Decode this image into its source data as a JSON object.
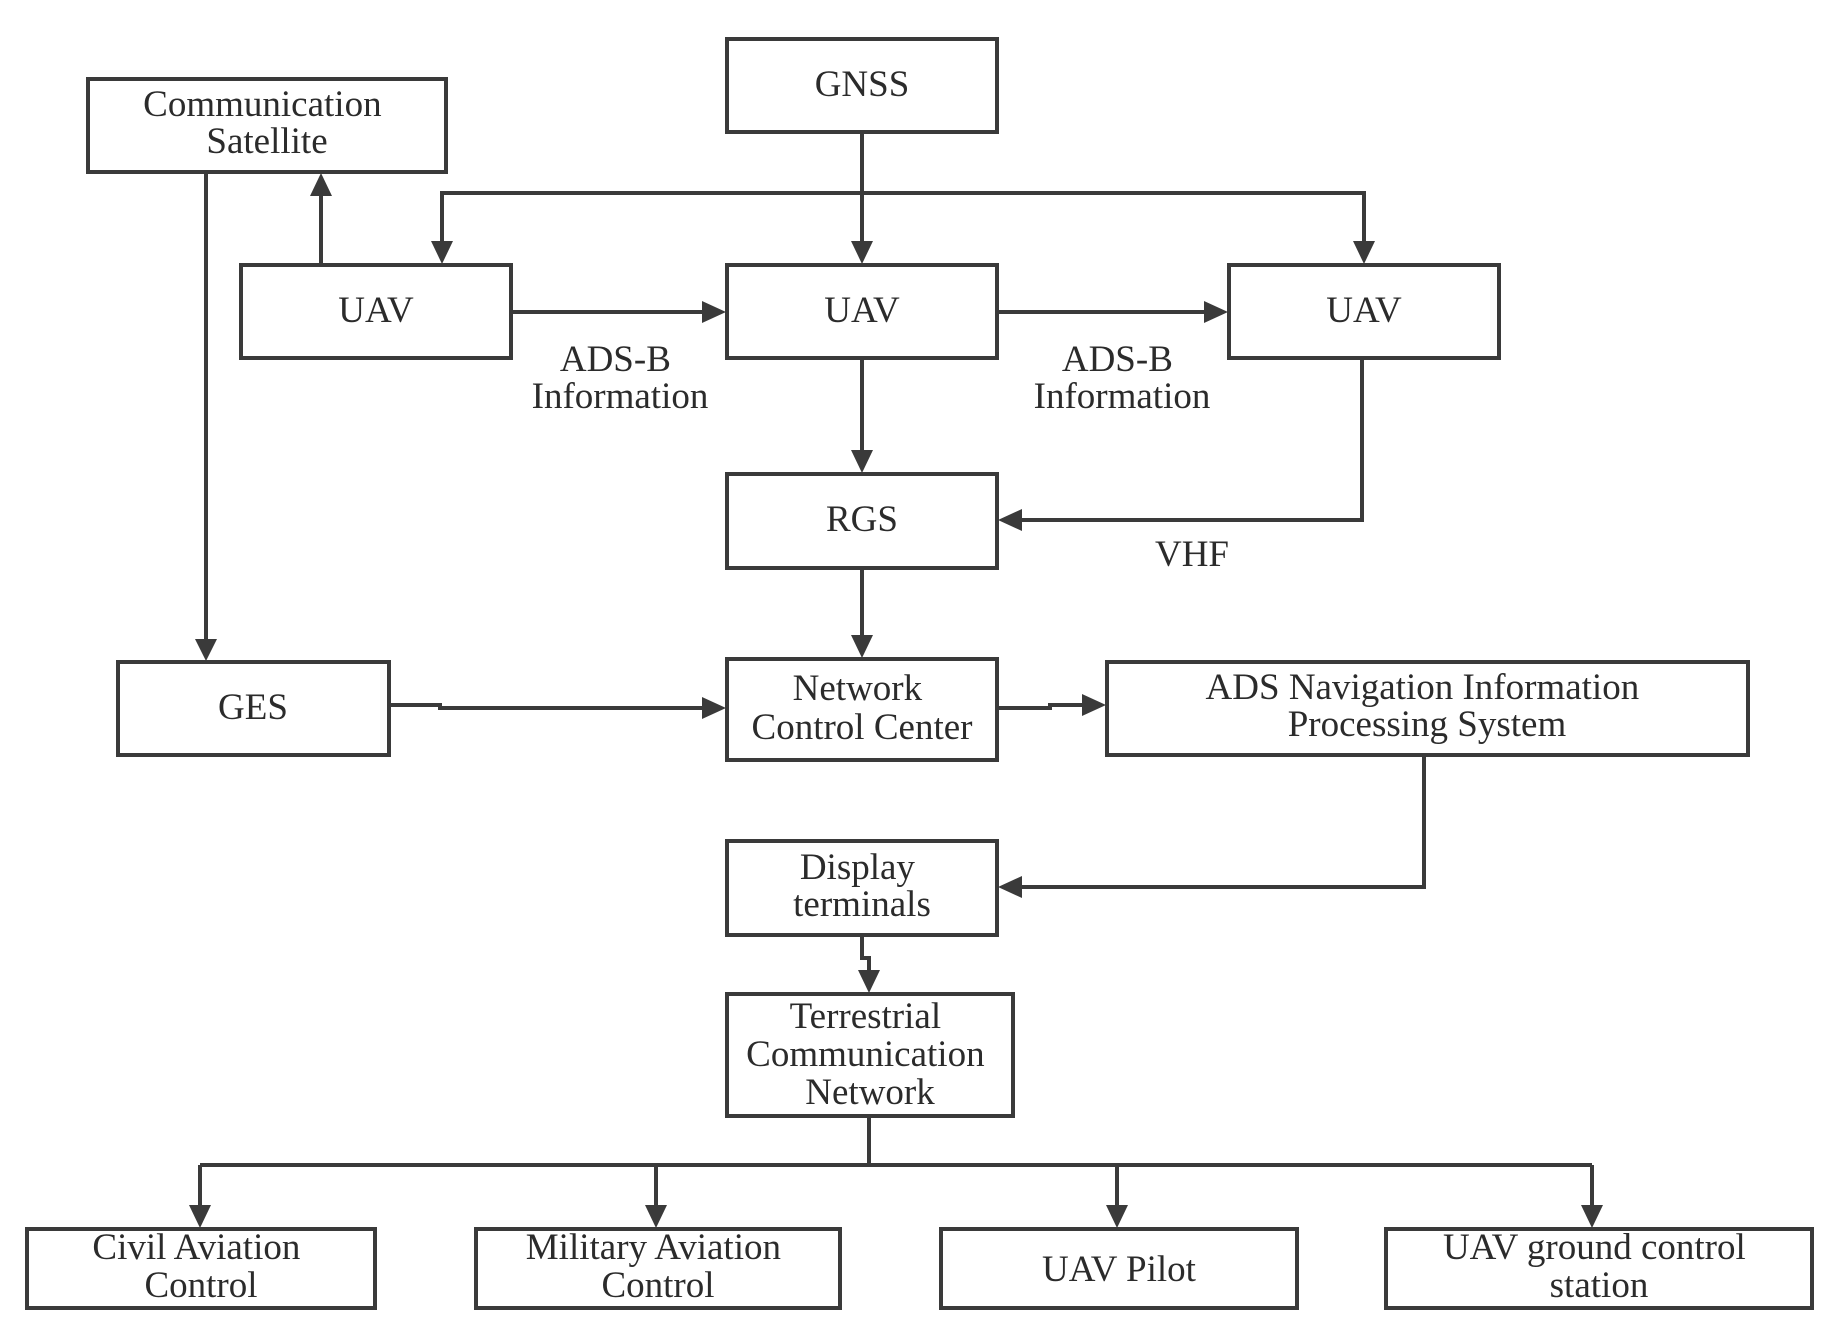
{
  "diagram": {
    "nodes": {
      "comm_satellite": [
        "Communication",
        "Satellite"
      ],
      "gnss": [
        "GNSS"
      ],
      "uav_left": [
        "UAV"
      ],
      "uav_center": [
        "UAV"
      ],
      "uav_right": [
        "UAV"
      ],
      "rgs": [
        "RGS"
      ],
      "ges": [
        "GES"
      ],
      "network_control_center": [
        "Network",
        "Control Center"
      ],
      "ads_nav_processing": [
        "ADS Navigation Information",
        "Processing System"
      ],
      "display_terminals": [
        "Display",
        "terminals"
      ],
      "terrestrial_network": [
        "Terrestrial",
        "Communication",
        "Network"
      ],
      "civil_aviation_control": [
        "Civil Aviation",
        "Control"
      ],
      "military_aviation_control": [
        "Military Aviation",
        "Control"
      ],
      "uav_pilot": [
        "UAV Pilot"
      ],
      "uav_ground_station": [
        "UAV ground control",
        "station"
      ]
    },
    "edge_labels": {
      "adsb_left": [
        "ADS-B",
        "Information"
      ],
      "adsb_right": [
        "ADS-B",
        "Information"
      ],
      "vhf": [
        "VHF"
      ]
    }
  }
}
